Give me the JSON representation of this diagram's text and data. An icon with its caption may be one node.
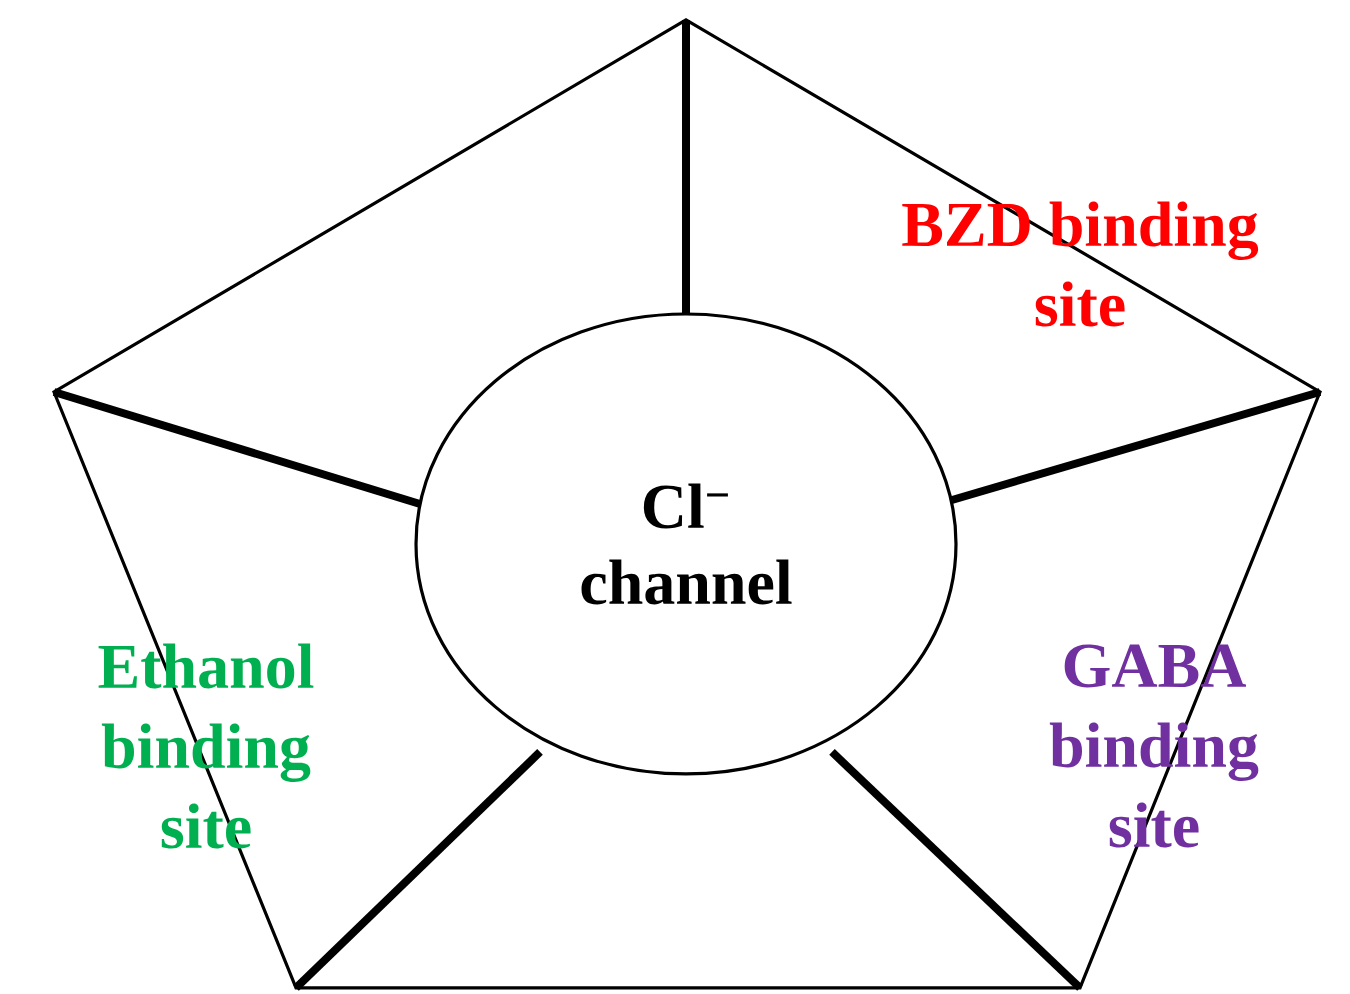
{
  "diagram": {
    "nodes": [
      {
        "text": [
          "Cl$^{−}$ channel"
        ]
      }
    ],
    "labels": [
      "BZD binding site",
      "GABA binding site",
      "Ethanol binding site"
    ]
  }
}
